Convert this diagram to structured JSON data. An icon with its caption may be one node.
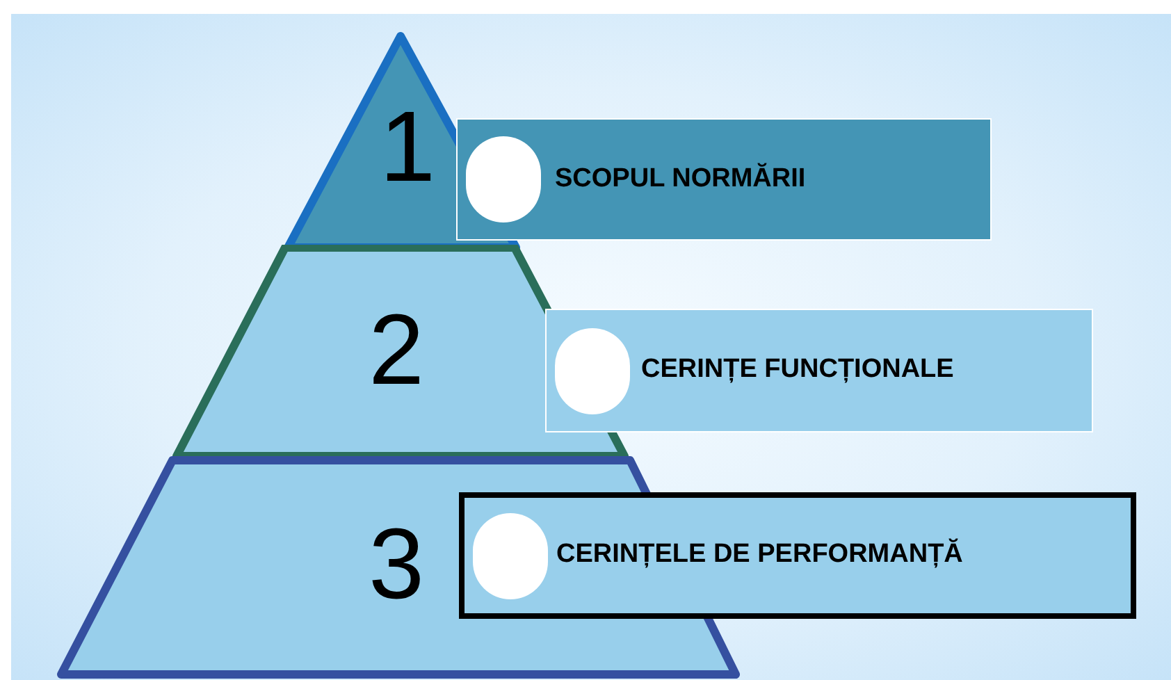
{
  "diagram": {
    "nodes": [
      {
        "text": [
          "1"
        ]
      },
      {
        "text": [
          "2"
        ]
      },
      {
        "text": [
          "3"
        ]
      },
      {
        "text": [
          "SCOPUL NORMĂRII"
        ]
      },
      {
        "text": [
          "CERINȚE FUNCȚIONALE"
        ]
      },
      {
        "text": [
          "CERINȚELE DE PERFORMANȚĂ"
        ]
      }
    ]
  }
}
